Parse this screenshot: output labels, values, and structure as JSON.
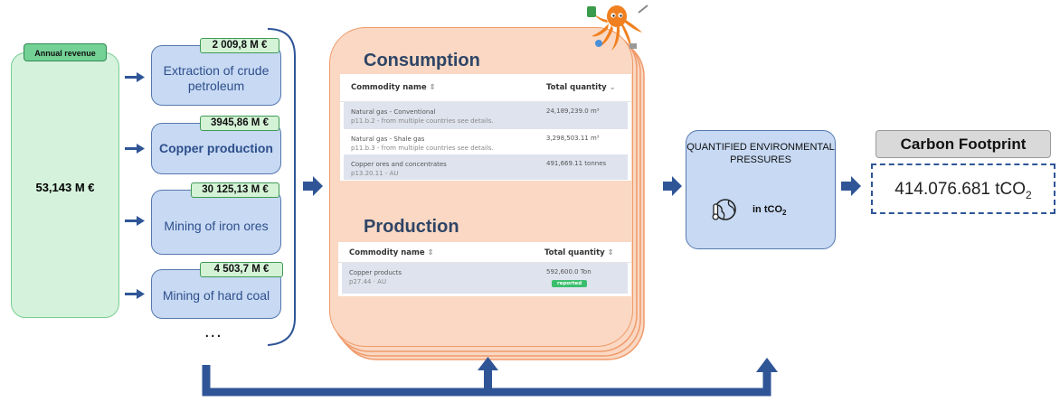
{
  "revenue": {
    "tag": "Annual revenue",
    "total": "53,143 M €"
  },
  "sectors": [
    {
      "name": "Extraction of crude petroleum",
      "revenue": "2 009,8 M €"
    },
    {
      "name": "Copper production",
      "revenue": "3945,86 M €"
    },
    {
      "name": "Mining of iron ores",
      "revenue": "30 125,13 M €"
    },
    {
      "name": "Mining of hard coal",
      "revenue": "4 503,7 M €"
    }
  ],
  "ellipsis": "...",
  "consumption": {
    "title": "Consumption",
    "headers": {
      "name": "Commodity name",
      "qty": "Total quantity"
    },
    "rows": [
      {
        "name": "Natural gas - Conventional",
        "sub": "p11.b.2 - from multiple countries see details.",
        "qty": "24,189,239.0 m³"
      },
      {
        "name": "Natural gas - Shale gas",
        "sub": "p11.b.3 - from multiple countries see details.",
        "qty": "3,298,503.11 m³"
      },
      {
        "name": "Copper ores and concentrates",
        "sub": "p13.20.11 - AU",
        "qty": "491,669.11 tonnes"
      }
    ]
  },
  "production": {
    "title": "Production",
    "headers": {
      "name": "Commodity name",
      "qty": "Total quantity"
    },
    "rows": [
      {
        "name": "Copper products",
        "sub": "p27.44 · AU",
        "qty": "592,600.0 Ton",
        "badge": "reported"
      }
    ]
  },
  "pressures": {
    "title": "QUANTIFIED ENVIRONMENTAL PRESSURES",
    "unit_prefix": "in tCO",
    "unit_sub": "2"
  },
  "footprint": {
    "title": "Carbon Footprint",
    "value_prefix": "414.076.681 tCO",
    "value_sub": "2"
  },
  "colors": {
    "arrow": "#2f5597",
    "revenue_fill": "#d5f2dd",
    "sector_fill": "#c7d9f3",
    "panel_fill": "#fad8c3",
    "badge": "#3bbf6d"
  }
}
